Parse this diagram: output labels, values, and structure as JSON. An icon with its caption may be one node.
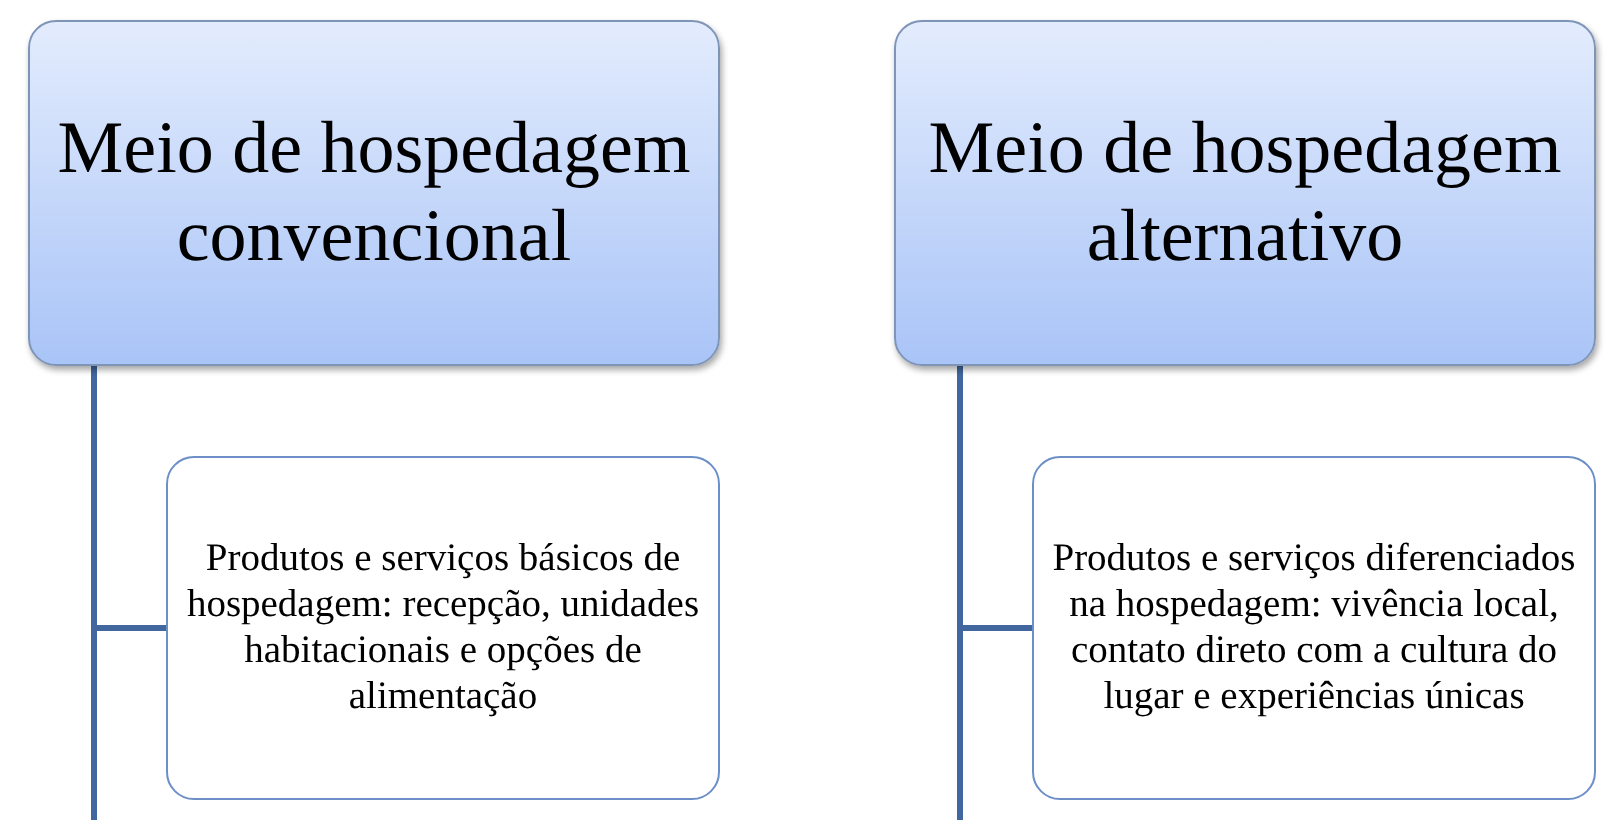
{
  "diagram": {
    "nodes": [
      {
        "text": [
          "Meio de hospedagem convencional"
        ]
      },
      {
        "text": [
          "Produtos e serviços básicos de hospedagem: recepção, unidades habitacionais e opções de alimentação"
        ]
      },
      {
        "text": [
          "Meio de hospedagem alternativo"
        ]
      },
      {
        "text": [
          "Produtos e serviços diferenciados na hospedagem: vivência local, contato direto com a cultura do lugar e experiências únicas"
        ]
      }
    ],
    "edges": [
      {
        "from": 0,
        "to": 1,
        "arrow": "none"
      },
      {
        "from": 2,
        "to": 3,
        "arrow": "none"
      }
    ]
  }
}
